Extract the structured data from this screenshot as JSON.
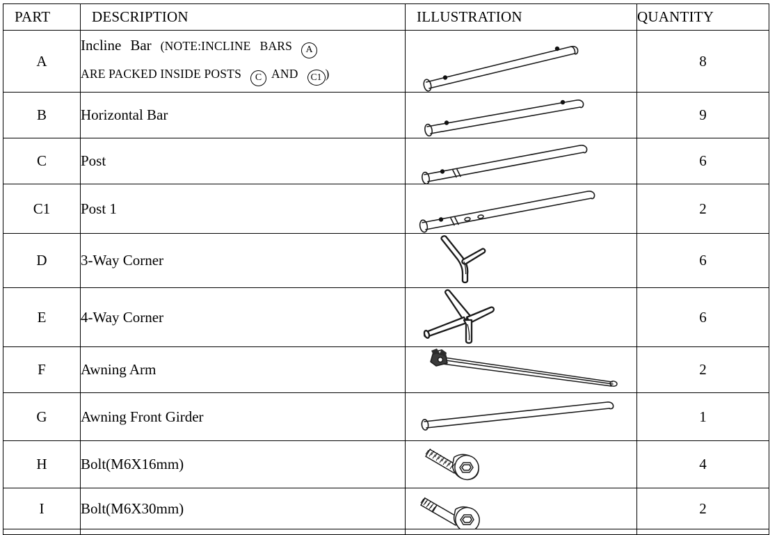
{
  "table": {
    "columns": [
      {
        "key": "part",
        "label": "PART"
      },
      {
        "key": "description",
        "label": "DESCRIPTION"
      },
      {
        "key": "illustration",
        "label": "ILLUSTRATION"
      },
      {
        "key": "quantity",
        "label": "QUANTITY"
      }
    ],
    "rows": [
      {
        "part": "A",
        "description": "Incline Bar (NOTE:INCLINE BARS Ⓐ ARE PACKED INSIDE POSTS Ⓒ AND Ⓒ1)",
        "description_line1_main": "Incline",
        "description_line1_main2": "Bar",
        "description_line1_note_a": "(NOTE:INCLINE",
        "description_line1_note_b": "BARS",
        "description_line1_circle": "A",
        "description_line2_note_a": "ARE PACKED INSIDE POSTS",
        "description_line2_circle1": "C",
        "description_line2_note_b": "AND",
        "description_line2_circle2": "C1",
        "description_line2_close": ")",
        "illustration": "incline-bar-tube",
        "quantity": "8"
      },
      {
        "part": "B",
        "description": "Horizontal Bar",
        "illustration": "horizontal-bar-tube",
        "quantity": "9"
      },
      {
        "part": "C",
        "description": "Post",
        "illustration": "post-tube",
        "quantity": "6"
      },
      {
        "part": "C1",
        "description": "Post 1",
        "illustration": "post1-tube-with-holes",
        "quantity": "2"
      },
      {
        "part": "D",
        "description": "3-Way Corner",
        "illustration": "three-way-corner-fitting",
        "quantity": "6"
      },
      {
        "part": "E",
        "description": "4-Way Corner",
        "illustration": "four-way-corner-fitting",
        "quantity": "6"
      },
      {
        "part": "F",
        "description": "Awning Arm",
        "illustration": "awning-arm",
        "quantity": "2"
      },
      {
        "part": "G",
        "description": "Awning Front Girder",
        "illustration": "awning-front-girder-tube",
        "quantity": "1"
      },
      {
        "part": "H",
        "description": "Bolt(M6X16mm)",
        "illustration": "bolt-short",
        "quantity": "4"
      },
      {
        "part": "I",
        "description": "Bolt(M6X30mm)",
        "illustration": "bolt-long",
        "quantity": "2"
      }
    ]
  },
  "colors": {
    "border": "#000000",
    "text": "#000000",
    "background": "#ffffff",
    "line_art": "#1a1a1a"
  }
}
